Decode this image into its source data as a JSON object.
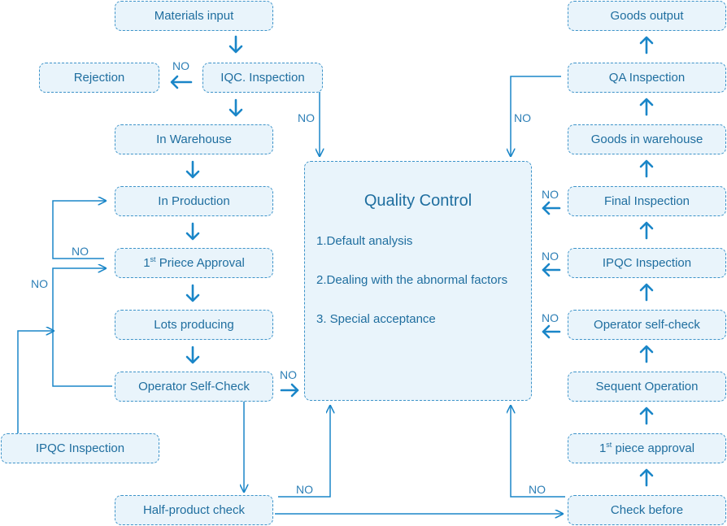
{
  "colors": {
    "accent": "#1a86c8",
    "box_fill": "#e9f4fb",
    "box_border": "#3d93c9"
  },
  "left": {
    "materials_input": "Materials input",
    "rejection": "Rejection",
    "iqc_inspection": "IQC. Inspection",
    "in_warehouse": "In Warehouse",
    "in_production": "In Production",
    "first_piece_approval": {
      "prefix": "1",
      "sup": "st",
      "rest": " Priece Approval"
    },
    "lots_producing": "Lots producing",
    "operator_self_check": "Operator Self-Check",
    "ipqc_inspection": "IPQC Inspection",
    "half_product_check": "Half-product check"
  },
  "center": {
    "title": "Quality Control",
    "items": [
      "1.Default analysis",
      "2.Dealing with the abnormal factors",
      "3. Special acceptance"
    ]
  },
  "right": {
    "goods_output": "Goods output",
    "qa_inspection": "QA Inspection",
    "goods_in_warehouse": "Goods in warehouse",
    "final_inspection": "Final Inspection",
    "ipqc_inspection": "IPQC Inspection",
    "operator_self_check": "Operator self-check",
    "sequent_operation": "Sequent Operation",
    "first_piece_approval": {
      "prefix": "1",
      "sup": "st",
      "rest": " piece approval"
    },
    "check_before": "Check before"
  },
  "labels": {
    "no": "NO"
  }
}
